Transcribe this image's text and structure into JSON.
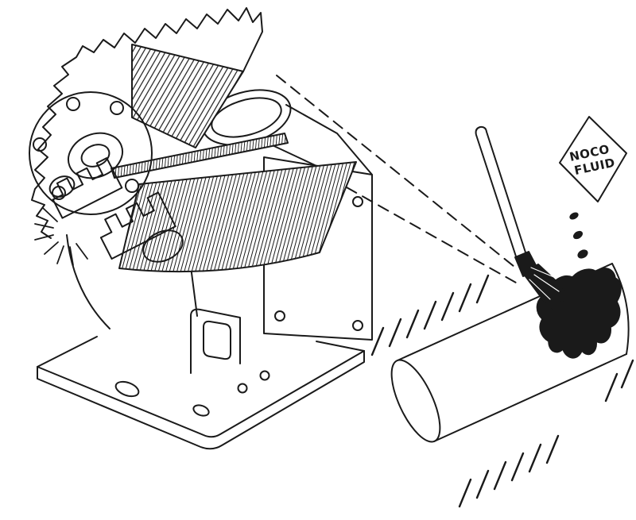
{
  "figure": {
    "type": "technical-illustration",
    "description": "Cutaway winch gearbox with dashed projection lines pointing to a brush applying fluid onto a cylindrical drum shaft",
    "tag": {
      "line1": "NOCO",
      "line2": "FLUID"
    },
    "colors": {
      "ink": "#1a1a1a",
      "background": "#ffffff",
      "fluid": "#1a1a1a"
    }
  }
}
